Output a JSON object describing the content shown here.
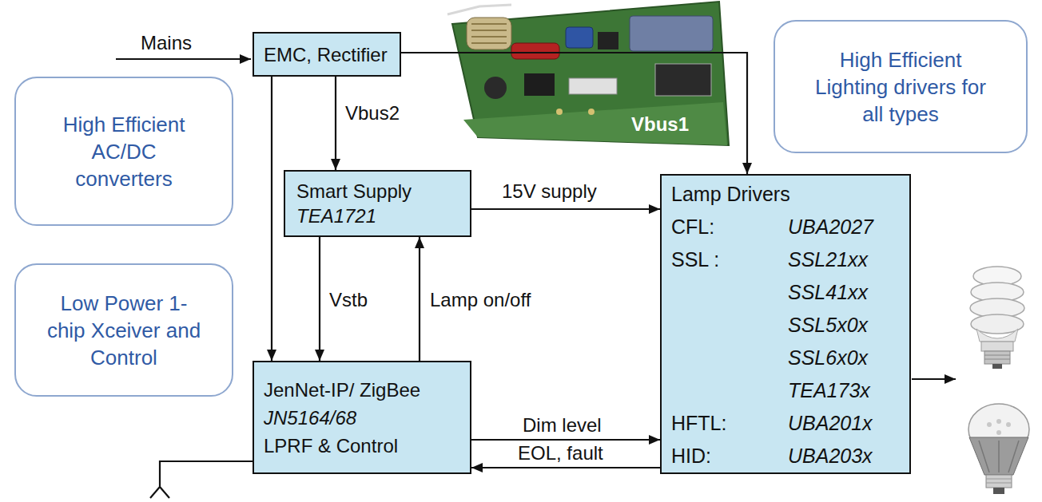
{
  "diagram": {
    "nodes": [
      {
        "text": [
          "EMC, Rectifier"
        ]
      },
      {
        "text": [
          "High Efficient Lighting drivers for all types"
        ]
      },
      {
        "text": [
          "High Efficient AC/DC converters"
        ]
      },
      {
        "text": [
          "Smart Supply",
          "TEA1721"
        ]
      },
      {
        "text": [
          "Lamp Drivers",
          "CFL:",
          "UBA2027",
          "SSL :",
          "SSL21xx",
          "SSL41xx",
          "SSL5x0x",
          "SSL6x0x",
          "TEA173x",
          "HFTL:",
          "UBA201x",
          "HID:",
          "UBA203x"
        ]
      },
      {
        "text": [
          "Low Power 1-chip Xceiver and Control"
        ]
      },
      {
        "text": [
          "JenNet-IP/ ZigBee",
          "JN5164/68",
          "LPRF & Control"
        ]
      }
    ],
    "edges": [
      {
        "from": 0,
        "to": 3,
        "label": "Vbus2",
        "arrow": "to"
      },
      {
        "from": 0,
        "to": 4,
        "label": "Vbus1",
        "arrow": "to"
      },
      {
        "from": 0,
        "to": 6,
        "arrow": "to"
      },
      {
        "from": 3,
        "to": 4,
        "label": "15V supply",
        "arrow": "to"
      },
      {
        "from": 3,
        "to": 6,
        "label": "Vstb",
        "arrow": "to"
      },
      {
        "from": 6,
        "to": 3,
        "label": "Lamp on/off",
        "arrow": "to"
      },
      {
        "from": 6,
        "to": 4,
        "label": "Dim level",
        "arrow": "to"
      },
      {
        "from": 4,
        "to": 6,
        "label": "EOL, fault",
        "arrow": "to"
      }
    ],
    "labels": [
      "Mains"
    ]
  }
}
